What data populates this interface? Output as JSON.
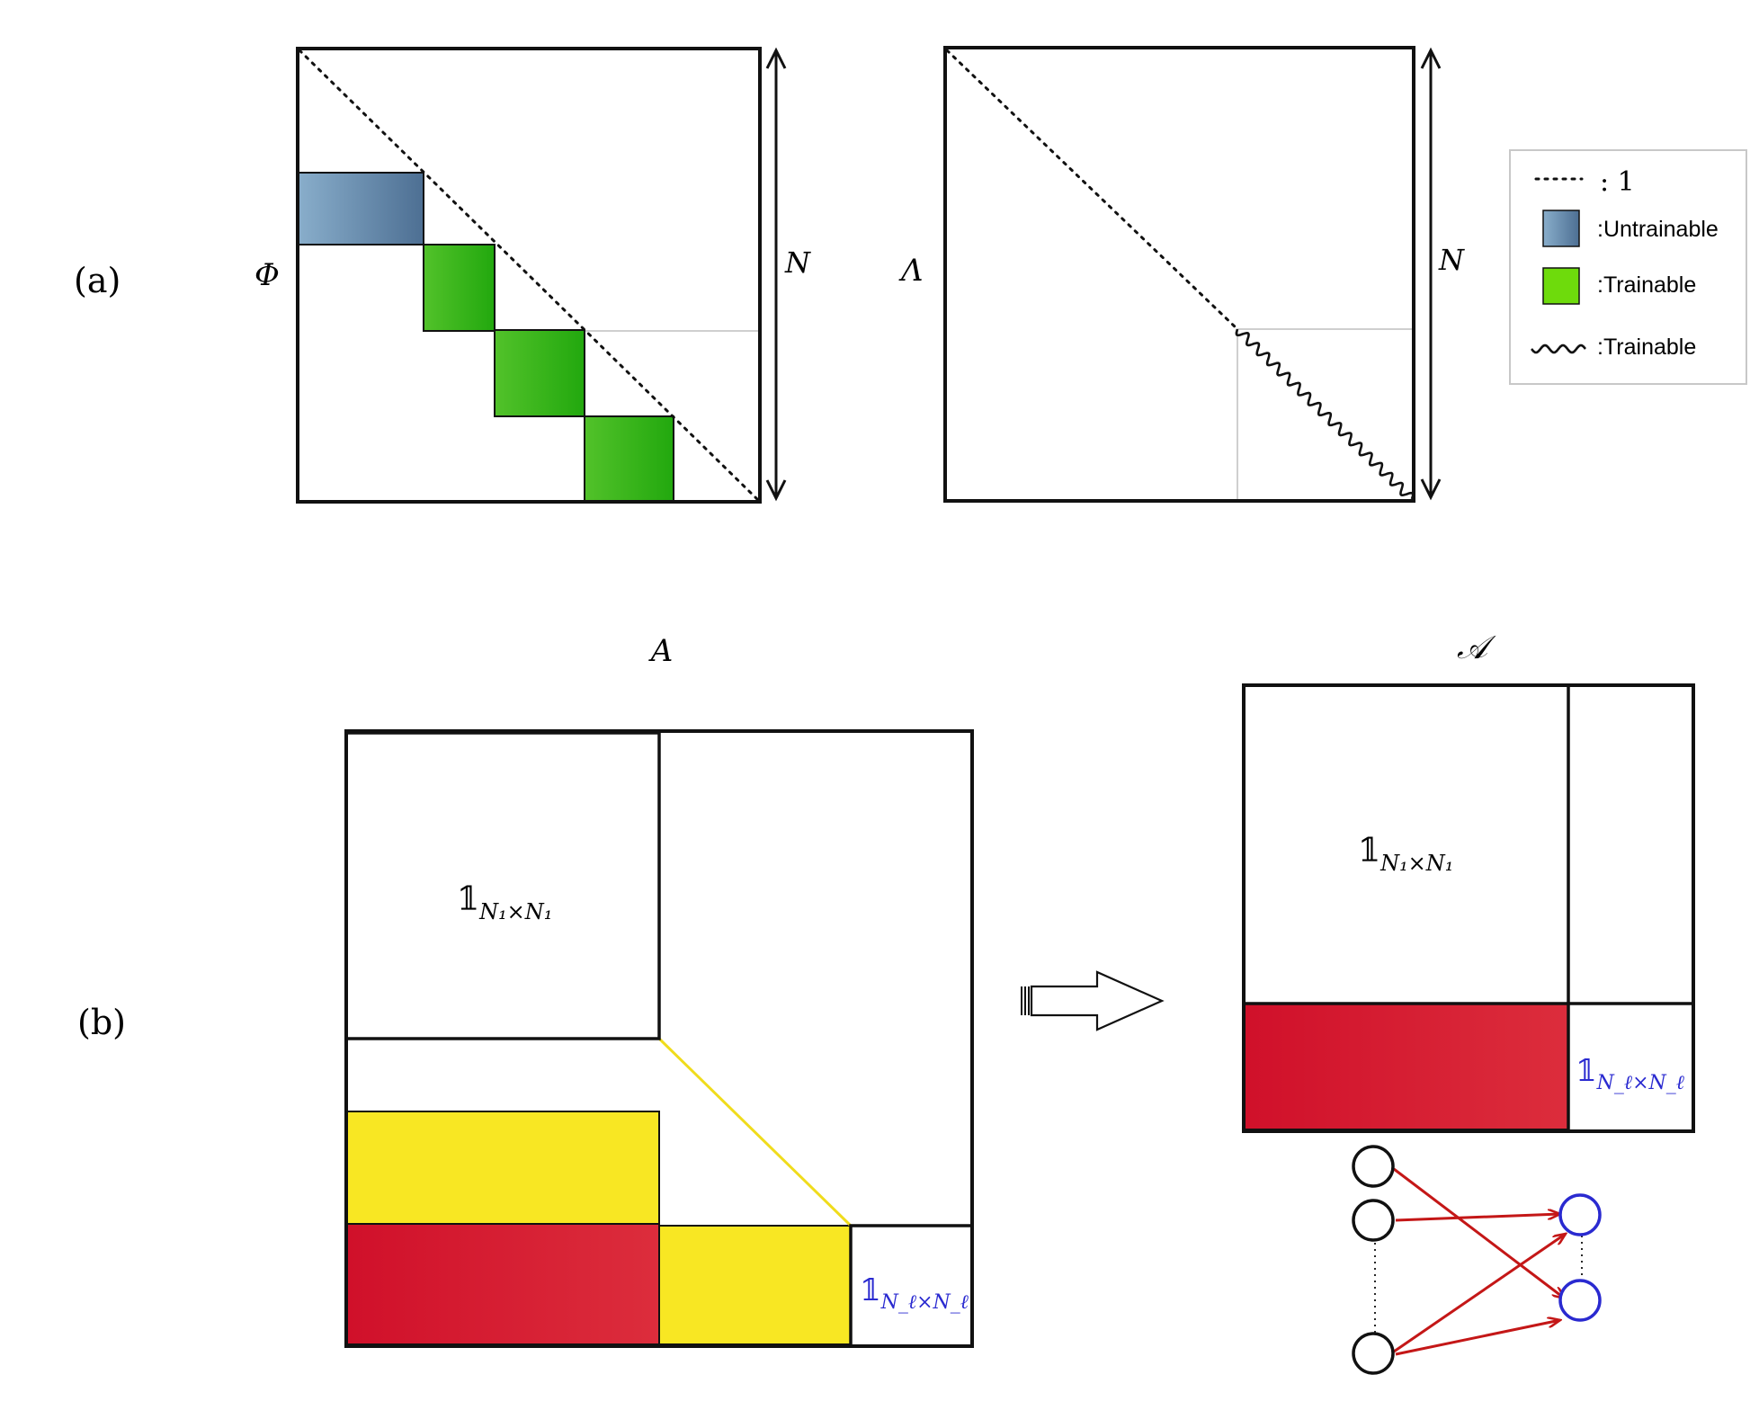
{
  "panel_a": {
    "label": "(a)",
    "phi_label": "Φ",
    "lambda_label": "Λ",
    "dim_label_left": "N",
    "dim_label_right": "N"
  },
  "legend": {
    "dotted_label": ": 1",
    "untrainable_label": ":Untrainable",
    "trainable_block_label": ":Trainable",
    "trainable_wave_label": ":Trainable"
  },
  "panel_b": {
    "label": "(b)",
    "matrix_A_label": "A",
    "matrix_calA_label": "𝒜",
    "identity_symbol": "𝟙",
    "n1_subscript": "N₁×N₁",
    "nl_subscript": "N_ℓ×N_ℓ"
  },
  "colors": {
    "untrainable_start": "#89aecb",
    "untrainable_end": "#4d6f93",
    "trainable_start": "#52c22a",
    "trainable_end": "#22a80e",
    "legend_trainable": "#6edb0c",
    "red_start": "#d0102a",
    "red_end": "#dc2d3c",
    "yellow": "#f8e723",
    "blue_identity": "#2a2ad0",
    "arrow_red": "#c41717"
  }
}
